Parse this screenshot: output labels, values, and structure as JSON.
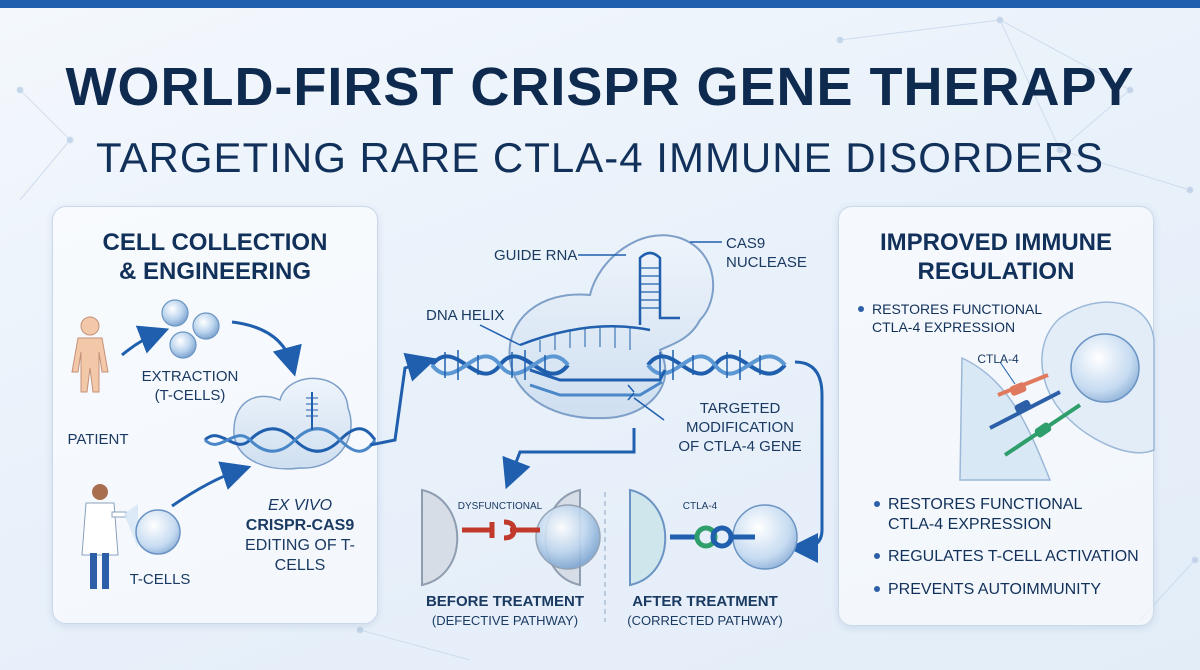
{
  "header": {
    "title": "WORLD-FIRST CRISPR GENE THERAPY",
    "subtitle": "TARGETING RARE CTLA-4 IMMUNE DISORDERS"
  },
  "left_panel": {
    "title_line1": "CELL COLLECTION",
    "title_line2": "& ENGINEERING",
    "patient_label": "PATIENT",
    "extraction_line1": "EXTRACTION",
    "extraction_line2": "(T-CELLS)",
    "tcells_label": "T-CELLS",
    "editing_line1": "EX VIVO",
    "editing_line2": "CRISPR-CAS9",
    "editing_line3": "EDITING OF T-CELLS"
  },
  "center": {
    "guide_rna": "GUIDE RNA",
    "cas9_line1": "CAS9",
    "cas9_line2": "NUCLEASE",
    "dna_helix": "DNA HELIX",
    "targeted_line1": "TARGETED",
    "targeted_line2": "MODIFICATION",
    "targeted_line3": "OF CTLA-4 GENE",
    "before_tag": "DYSFUNCTIONAL",
    "before_title": "BEFORE TREATMENT",
    "before_sub": "(DEFECTIVE PATHWAY)",
    "after_tag": "CTLA-4",
    "after_title": "AFTER TREATMENT",
    "after_sub": "(CORRECTED PATHWAY)"
  },
  "right_panel": {
    "title_line1": "IMPROVED IMMUNE",
    "title_line2": "REGULATION",
    "top_bullet_line1": "RESTORES FUNCTIONAL",
    "top_bullet_line2": "CTLA-4 EXPRESSION",
    "ctla4_label": "CTLA-4",
    "bullets": [
      {
        "line1": "RESTORES FUNCTIONAL",
        "line2": "CTLA-4 EXPRESSION"
      },
      {
        "line1": "REGULATES T-CELL ACTIVATION",
        "line2": ""
      },
      {
        "line1": "PREVENTS AUTOIMMUNITY",
        "line2": ""
      }
    ]
  },
  "colors": {
    "navy": "#12315a",
    "accent_blue": "#1f5fae",
    "dysfunctional_red": "#c0392b",
    "receptor_green": "#2e9e6a",
    "skin": "#f2c8a8"
  }
}
